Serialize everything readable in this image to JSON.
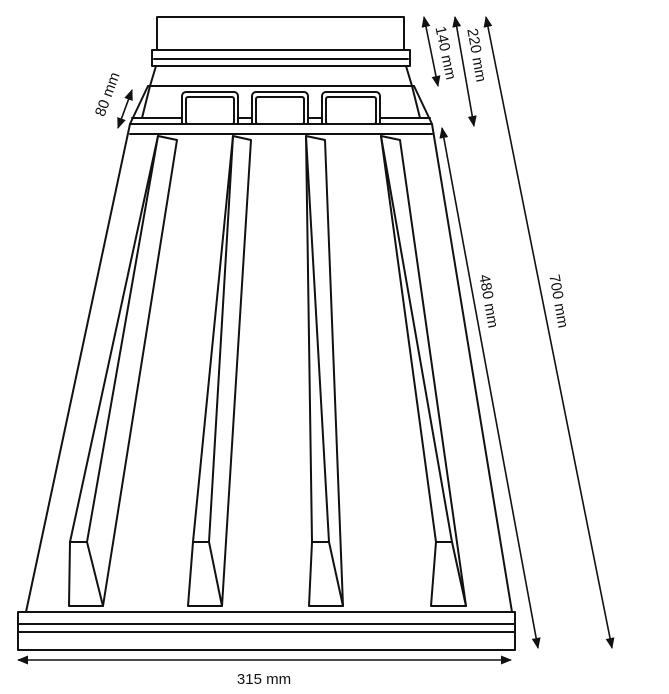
{
  "dimensions": {
    "width_label": "315 mm",
    "height_total_label": "700 mm",
    "head_label": "220 mm",
    "cap_label": "140 mm",
    "neck_label": "80 mm",
    "shaft_label": "480 mm"
  },
  "colors": {
    "stroke": "#111111",
    "background": "#ffffff"
  }
}
